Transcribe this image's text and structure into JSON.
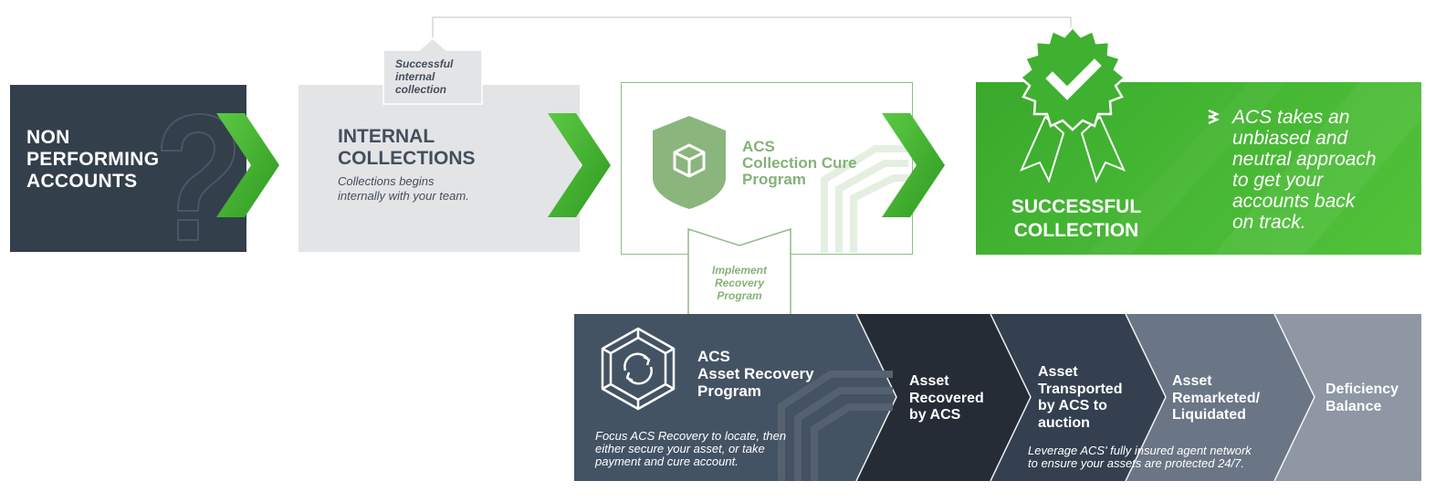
{
  "colors": {
    "dark_slate": "#343f4c",
    "light_gray": "#e3e4e6",
    "soft_green": "#84b278",
    "brand_green": "#3fb02f",
    "recovery_blue_gray": "#445363",
    "step_dark": "#252c36",
    "step_mid": "#344050",
    "step_light": "#6a7585",
    "step_lightest": "#8e97a3"
  },
  "icons": {
    "question_mark": "question-mark-icon",
    "chevron": "chevron-arrow-icon",
    "cube_shield": "cube-shield-icon",
    "rosette": "award-rosette-icon",
    "recovery": "refresh-hexagon-icon",
    "bullet": "double-chevron-bullet-icon"
  },
  "stages": {
    "non_performing": {
      "line1": "NON",
      "line2": "PERFORMING",
      "line3": "ACCOUNTS"
    },
    "internal": {
      "title_line1": "INTERNAL",
      "title_line2": "COLLECTIONS",
      "desc_line1": "Collections begins",
      "desc_line2": "internally with your team."
    },
    "cure": {
      "line1": "ACS",
      "line2": "Collection Cure",
      "line3": "Program"
    },
    "success": {
      "line1": "SUCCESSFUL",
      "line2": "COLLECTION",
      "quote_lines": [
        "ACS takes an",
        "unbiased and",
        "neutral approach",
        "to get your",
        "accounts back",
        "on track."
      ]
    }
  },
  "callouts": {
    "internal_success": {
      "line1": "Successful",
      "line2": "internal",
      "line3": "collection"
    },
    "implement": {
      "line1": "Implement",
      "line2": "Recovery",
      "line3": "Program"
    }
  },
  "recovery": {
    "title_line1": "ACS",
    "title_line2": "Asset Recovery",
    "title_line3": "Program",
    "desc_line1": "Focus ACS Recovery to locate, then",
    "desc_line2": "either secure your asset, or take",
    "desc_line3": "payment and cure account.",
    "steps": [
      {
        "lines": [
          "Asset",
          "Recovered",
          "by ACS"
        ]
      },
      {
        "lines": [
          "Asset",
          "Transported",
          "by ACS to",
          "auction"
        ]
      },
      {
        "lines": [
          "Asset",
          "Remarketed/",
          "Liquidated"
        ]
      },
      {
        "lines": [
          "Deficiency",
          "Balance"
        ]
      }
    ],
    "footnote_line1": "Leverage ACS' fully insured agent network",
    "footnote_line2": "to ensure your assets are protected 24/7."
  }
}
